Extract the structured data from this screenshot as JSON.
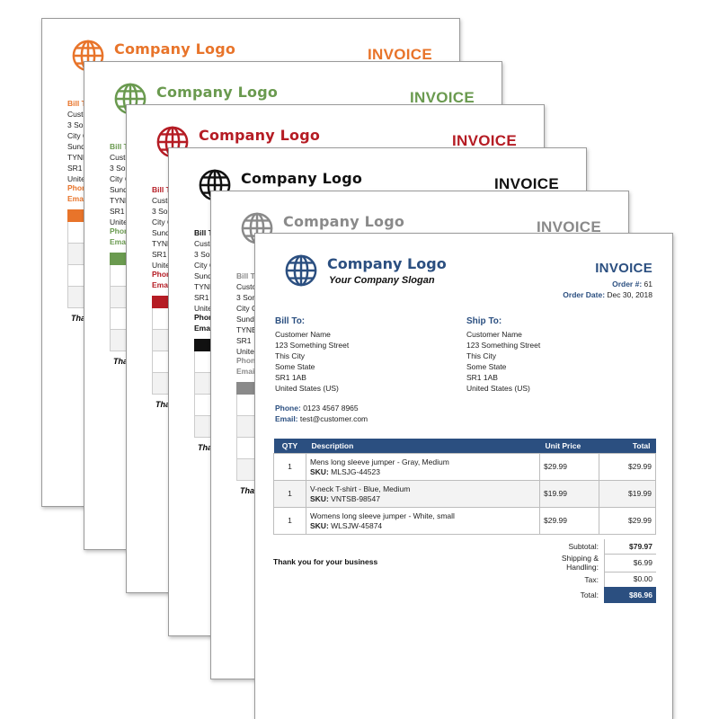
{
  "colors": {
    "orange": "#e8742a",
    "green": "#6a9a4f",
    "red": "#b51c24",
    "black": "#111111",
    "gray": "#8a8a8a",
    "blue": "#2b4f80"
  },
  "logo_text": "Company Logo",
  "invoice_title": "INVOICE",
  "thanks_prefix": "Tha",
  "bg": {
    "bill_to_prefix": "Bill T",
    "line1": "Custo",
    "line2": "3 Som",
    "line3": "City C",
    "line4": "Sund",
    "line5": "TYNE",
    "line6": "SR1",
    "line7": "Unite",
    "phone_prefix": "Phon",
    "email_prefix": "Email"
  },
  "front": {
    "slogan": "Your Company Slogan",
    "order_label": "Order #:",
    "order_number": "61",
    "order_date_label": "Order Date:",
    "order_date": "Dec 30, 2018",
    "bill_to": {
      "heading": "Bill To:",
      "name": "Customer Name",
      "street": "123 Something Street",
      "city": "This City",
      "state": "Some State",
      "postcode": "SR1 1AB",
      "country": "United States (US)"
    },
    "ship_to": {
      "heading": "Ship To:",
      "name": "Customer Name",
      "street": "123 Something Street",
      "city": "This City",
      "state": "Some State",
      "postcode": "SR1 1AB",
      "country": "United States (US)"
    },
    "phone_label": "Phone:",
    "phone": "0123 4567 8965",
    "email_label": "Email:",
    "email": "test@customer.com",
    "columns": {
      "qty": "QTY",
      "description": "Description",
      "unit_price": "Unit Price",
      "total": "Total"
    },
    "sku_label": "SKU:",
    "items": [
      {
        "qty": "1",
        "description": "Mens long sleeve jumper - Gray, Medium",
        "sku": "MLSJG-44523",
        "unit_price": "$29.99",
        "total": "$29.99"
      },
      {
        "qty": "1",
        "description": "V-neck T-shirt - Blue, Medium",
        "sku": "VNTSB-98547",
        "unit_price": "$19.99",
        "total": "$19.99"
      },
      {
        "qty": "1",
        "description": "Womens long sleeve jumper - White, small",
        "sku": "WLSJW-45874",
        "unit_price": "$29.99",
        "total": "$29.99"
      }
    ],
    "thanks": "Thank you for your business",
    "totals": {
      "subtotal_label": "Subtotal:",
      "subtotal": "$79.97",
      "shipping_label_1": "Shipping &",
      "shipping_label_2": "Handling:",
      "shipping": "$6.99",
      "tax_label": "Tax:",
      "tax": "$0.00",
      "total_label": "Total:",
      "total": "$86.96"
    }
  }
}
